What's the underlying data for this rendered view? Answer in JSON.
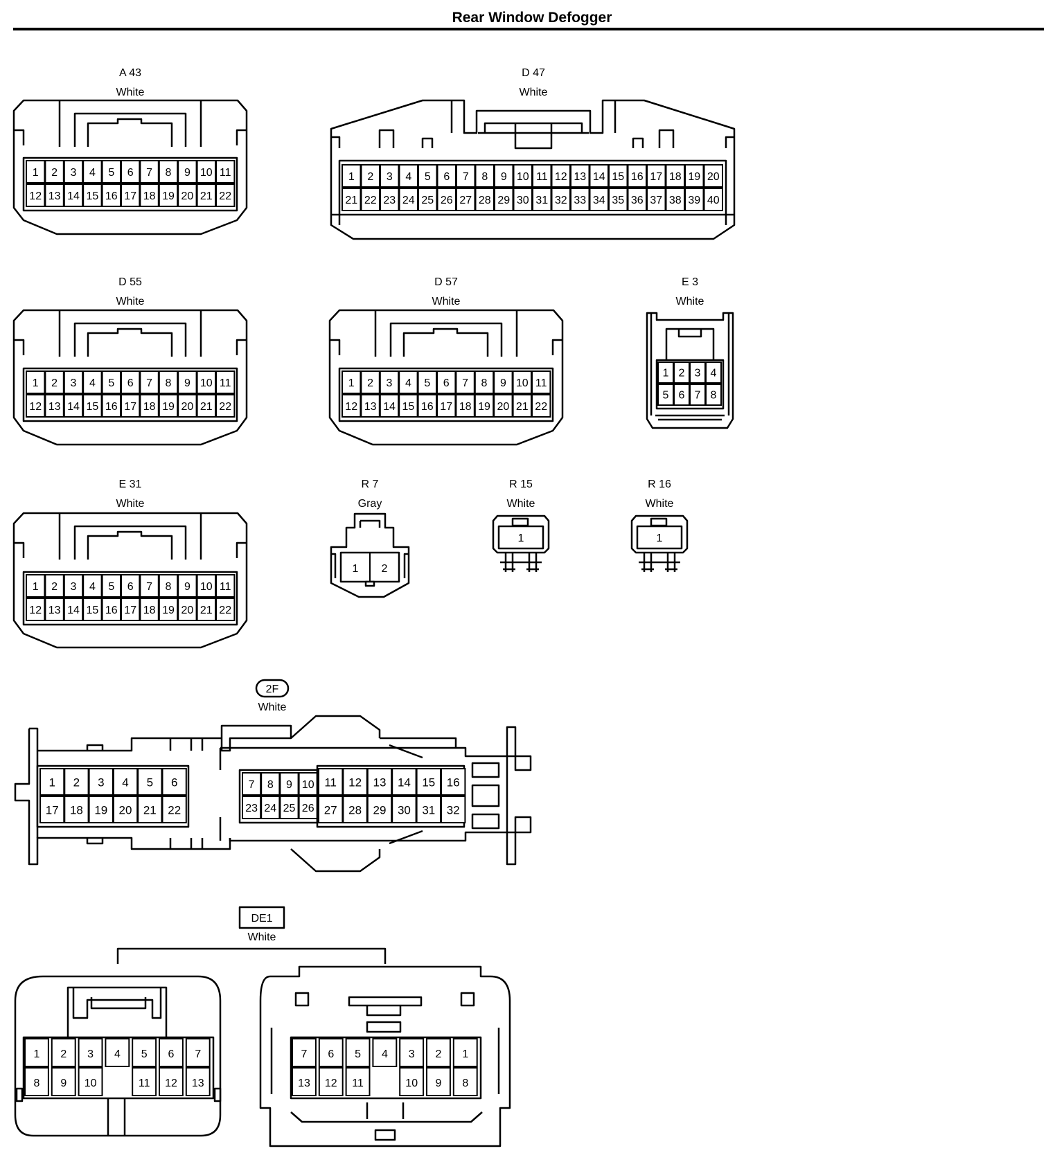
{
  "title": "Rear Window Defogger",
  "connectors": {
    "a43": {
      "code": "A 43",
      "color": "White",
      "rows": [
        [
          "1",
          "2",
          "3",
          "4",
          "5",
          "6",
          "7",
          "8",
          "9",
          "10",
          "11"
        ],
        [
          "12",
          "13",
          "14",
          "15",
          "16",
          "17",
          "18",
          "19",
          "20",
          "21",
          "22"
        ]
      ]
    },
    "d47": {
      "code": "D 47",
      "color": "White",
      "rows": [
        [
          "1",
          "2",
          "3",
          "4",
          "5",
          "6",
          "7",
          "8",
          "9",
          "10",
          "11",
          "12",
          "13",
          "14",
          "15",
          "16",
          "17",
          "18",
          "19",
          "20"
        ],
        [
          "21",
          "22",
          "23",
          "24",
          "25",
          "26",
          "27",
          "28",
          "29",
          "30",
          "31",
          "32",
          "33",
          "34",
          "35",
          "36",
          "37",
          "38",
          "39",
          "40"
        ]
      ]
    },
    "d55": {
      "code": "D 55",
      "color": "White",
      "rows": [
        [
          "1",
          "2",
          "3",
          "4",
          "5",
          "6",
          "7",
          "8",
          "9",
          "10",
          "11"
        ],
        [
          "12",
          "13",
          "14",
          "15",
          "16",
          "17",
          "18",
          "19",
          "20",
          "21",
          "22"
        ]
      ]
    },
    "d57": {
      "code": "D 57",
      "color": "White",
      "rows": [
        [
          "1",
          "2",
          "3",
          "4",
          "5",
          "6",
          "7",
          "8",
          "9",
          "10",
          "11"
        ],
        [
          "12",
          "13",
          "14",
          "15",
          "16",
          "17",
          "18",
          "19",
          "20",
          "21",
          "22"
        ]
      ]
    },
    "e3": {
      "code": "E 3",
      "color": "White",
      "rows": [
        [
          "1",
          "2",
          "3",
          "4"
        ],
        [
          "5",
          "6",
          "7",
          "8"
        ]
      ]
    },
    "e31": {
      "code": "E 31",
      "color": "White",
      "rows": [
        [
          "1",
          "2",
          "3",
          "4",
          "5",
          "6",
          "7",
          "8",
          "9",
          "10",
          "11"
        ],
        [
          "12",
          "13",
          "14",
          "15",
          "16",
          "17",
          "18",
          "19",
          "20",
          "21",
          "22"
        ]
      ]
    },
    "r7": {
      "code": "R 7",
      "color": "Gray",
      "pins": [
        "1",
        "2"
      ]
    },
    "r15": {
      "code": "R 15",
      "color": "White",
      "pins": [
        "1"
      ]
    },
    "r16": {
      "code": "R 16",
      "color": "White",
      "pins": [
        "1"
      ]
    },
    "c2f": {
      "code": "2F",
      "color": "White",
      "left_top": [
        "1",
        "2",
        "3",
        "4",
        "5",
        "6"
      ],
      "left_bottom": [
        "17",
        "18",
        "19",
        "20",
        "21",
        "22"
      ],
      "small_top": [
        "7",
        "8",
        "9",
        "10"
      ],
      "small_bottom": [
        "23",
        "24",
        "25",
        "26"
      ],
      "right_top": [
        "11",
        "12",
        "13",
        "14",
        "15",
        "16"
      ],
      "right_bottom": [
        "27",
        "28",
        "29",
        "30",
        "31",
        "32"
      ]
    },
    "de1": {
      "code": "DE1",
      "color": "White",
      "left_top": [
        "1",
        "2",
        "3",
        "4",
        "5",
        "6",
        "7"
      ],
      "left_bottom": [
        "8",
        "9",
        "10",
        "11",
        "12",
        "13"
      ],
      "right_top": [
        "7",
        "6",
        "5",
        "4",
        "3",
        "2",
        "1"
      ],
      "right_bottom": [
        "13",
        "12",
        "11",
        "10",
        "9",
        "8"
      ]
    }
  }
}
